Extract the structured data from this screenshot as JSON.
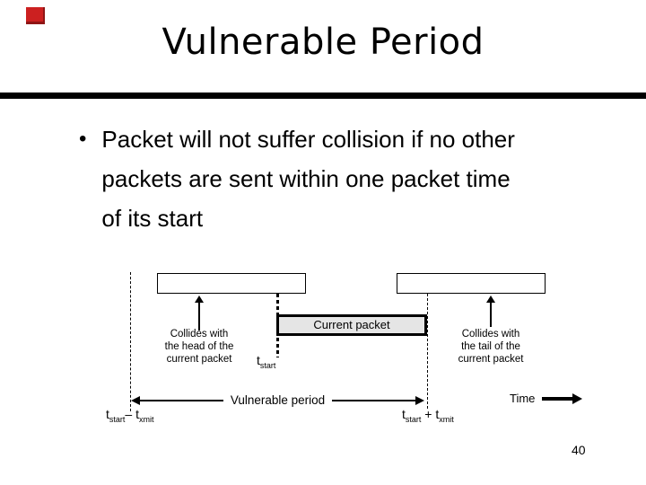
{
  "slide": {
    "title": "Vulnerable Period",
    "bullet_char": "•",
    "bullet_lines": [
      "Packet will not suffer collision if no other",
      "packets are sent within one packet time",
      "of its start"
    ],
    "page_number": "40",
    "accent_color": "#cc2020"
  },
  "diagram": {
    "current_packet_label": "Current packet",
    "left_label_lines": [
      "Collides with",
      "the head of the",
      "current packet"
    ],
    "right_label_lines": [
      "Collides with",
      "the tail of the",
      "current packet"
    ],
    "t_start": {
      "base": "t",
      "sub": "start"
    },
    "t_start_minus_t_xmit": {
      "base1": "t",
      "sub1": "start",
      "op": "– ",
      "base2": "t",
      "sub2": "xmit"
    },
    "t_start_plus_t_xmit": {
      "base1": "t",
      "sub1": "start",
      "op": " + ",
      "base2": "t",
      "sub2": "xmit"
    },
    "vulnerable_period_label": "Vulnerable period",
    "time_label": "Time",
    "box_fill_color": "#e5e5e5",
    "line_color": "#000000"
  }
}
